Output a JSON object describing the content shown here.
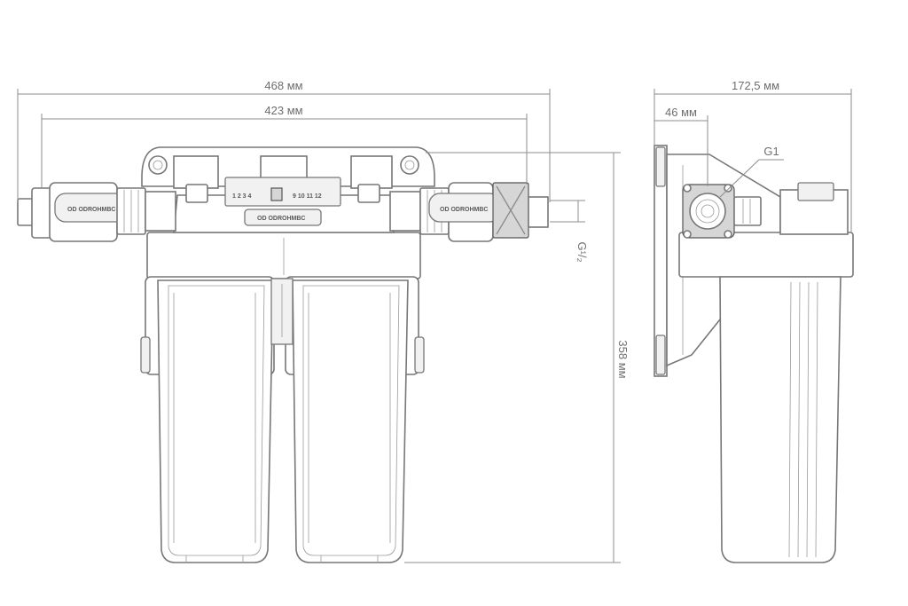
{
  "dimensions": {
    "total_width": "468 мм",
    "inner_width": "423 мм",
    "height": "358 мм",
    "side_depth": "172,5 мм",
    "side_offset": "46 мм",
    "port_thread_side": "G1",
    "port_thread_front": "G¹/₂"
  },
  "colors": {
    "line": "#8a8a8a",
    "background": "#ffffff"
  }
}
